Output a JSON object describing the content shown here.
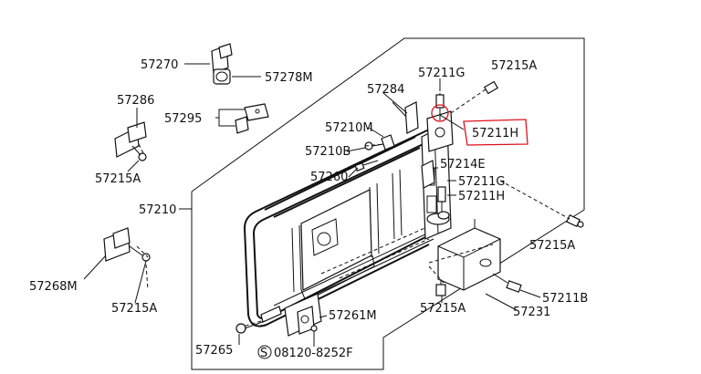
{
  "labels": {
    "p57270": "57270",
    "p57278M": "57278M",
    "p57286": "57286",
    "p57295": "57295",
    "p57215A_left1": "57215A",
    "p57210": "57210",
    "p57268M": "57268M",
    "p57215A_left2": "57215A",
    "p57284": "57284",
    "p57210M": "57210M",
    "p57210B": "57210B",
    "p57260": "57260",
    "p57211G_top": "57211G",
    "p57215A_top": "57215A",
    "p57211H_box": "57211H",
    "p57214E": "57214E",
    "p57211G_mid": "57211G",
    "p57211H_mid": "57211H",
    "p57215A_right": "57215A",
    "p57215A_bottom": "57215A",
    "p57211B": "57211B",
    "p57231": "57231",
    "p57261M": "57261M",
    "p57265": "57265",
    "p08120": "08120-8252F",
    "s_symbol": "S"
  },
  "colors": {
    "line": "#111111",
    "highlight": "#e0101c",
    "background": "#ffffff"
  }
}
